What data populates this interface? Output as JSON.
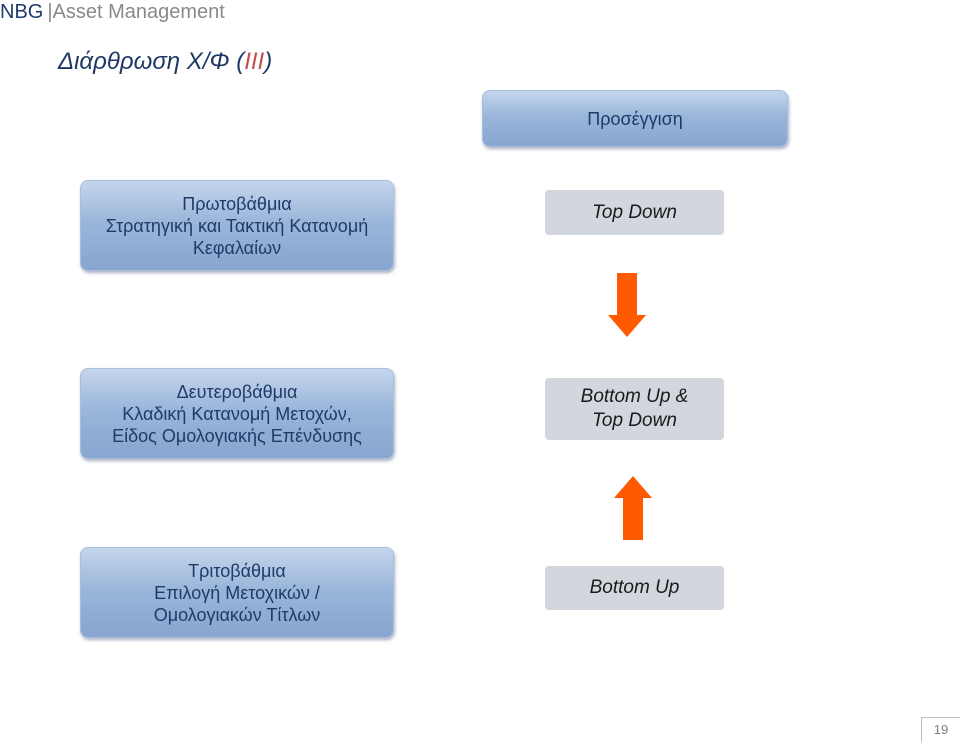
{
  "header": {
    "brand": "NBG",
    "separator": "|",
    "subtitle": "Asset Management"
  },
  "title": {
    "main": "Διάρθρωση Χ/Φ (",
    "accent": "III",
    "close": ")"
  },
  "approach_box": {
    "label": "Προσέγγιση"
  },
  "levels": [
    {
      "lines": [
        "Πρωτοβάθμια",
        "Στρατηγική και Τακτική Κατανομή",
        "Κεφαλαίων"
      ]
    },
    {
      "lines": [
        "Δευτεροβάθμια",
        "Κλαδική Κατανομή Μετοχών,",
        "Είδος Ομολογιακής Επένδυσης"
      ]
    },
    {
      "lines": [
        "Τριτοβάθμια",
        "Επιλογή Μετοχικών /",
        "Ομολογιακών Τίτλων"
      ]
    }
  ],
  "approaches": [
    {
      "lines": [
        "Top Down"
      ]
    },
    {
      "lines": [
        "Bottom Up &",
        "Top Down"
      ]
    },
    {
      "lines": [
        "Bottom Up"
      ]
    }
  ],
  "arrows": {
    "color": "#ff5a00",
    "down": "arrow-down-icon",
    "up": "arrow-up-icon"
  },
  "page_number": "19"
}
